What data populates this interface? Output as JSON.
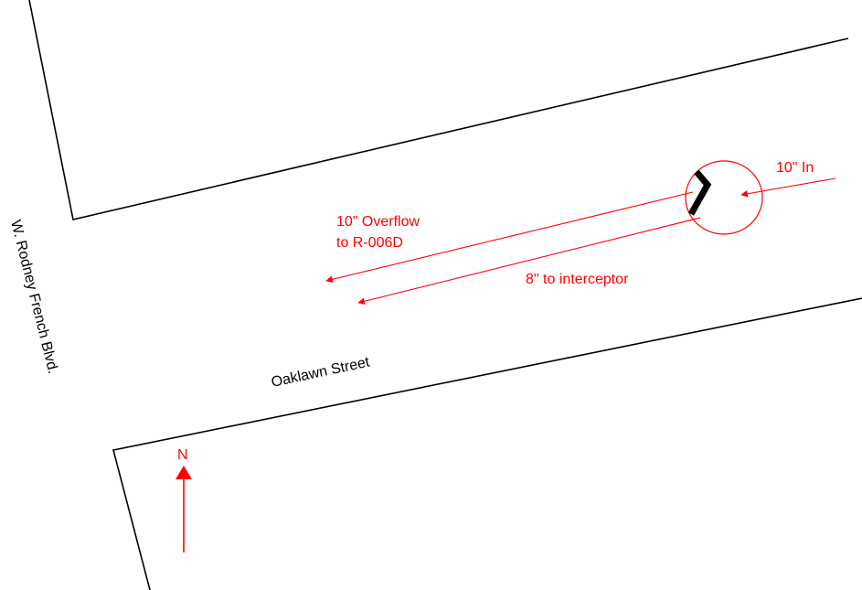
{
  "colors": {
    "annotation": "#ff0000",
    "street": "#000000",
    "weir": "#000000",
    "background": "#ffffff"
  },
  "streets": {
    "west": "W. Rodney French Blvd.",
    "main": "Oaklawn Street"
  },
  "flows": {
    "inflow": "10\" In",
    "overflow_line1": "10\" Overflow",
    "overflow_line2": "to R-006D",
    "interceptor": "8\" to interceptor"
  },
  "north_label": "N",
  "icons": {
    "north": "north-arrow-icon",
    "structure": "regulator-circle-icon",
    "weir": "weir-icon"
  }
}
